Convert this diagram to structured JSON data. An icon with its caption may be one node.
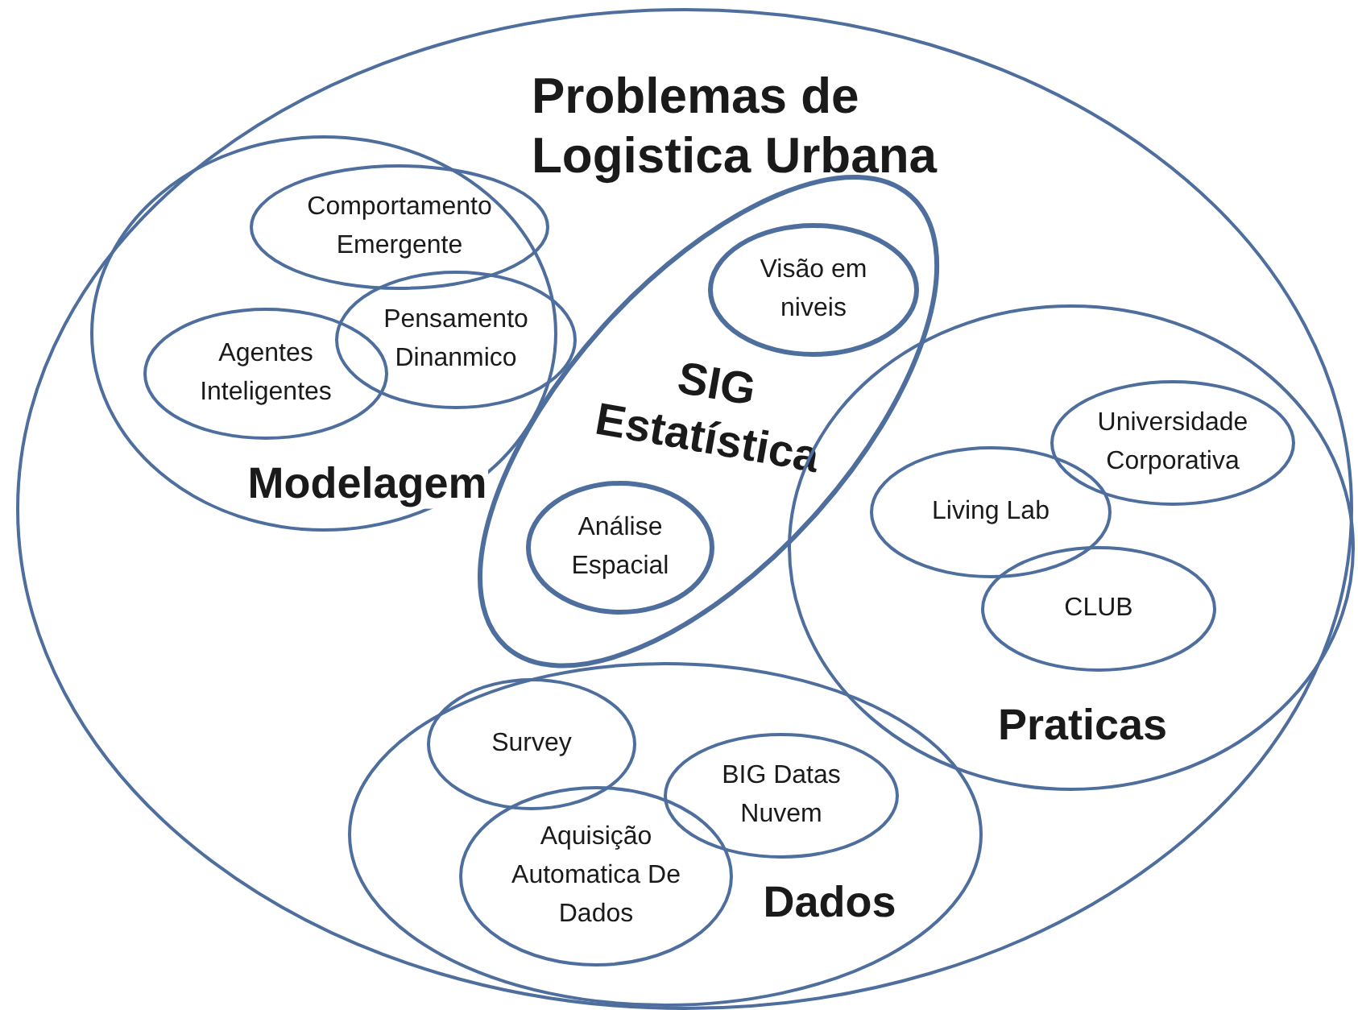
{
  "diagram": {
    "nodes": [
      {
        "text": [
          "Problemas de Logistica Urbana"
        ]
      },
      {
        "text": [
          "Modelagem"
        ],
        "in": 0
      },
      {
        "text": [
          "Comportamento Emergente"
        ],
        "in": 1
      },
      {
        "text": [
          "Pensamento Dinanmico"
        ],
        "in": 0
      },
      {
        "text": [
          "Agentes Inteligentes"
        ],
        "in": 1
      },
      {
        "text": [
          "SIG Estatística"
        ],
        "in": 0
      },
      {
        "text": [
          "Visão em niveis"
        ],
        "in": 5
      },
      {
        "text": [
          "Análise Espacial"
        ],
        "in": 5
      },
      {
        "text": [
          "Praticas"
        ],
        "in": 0
      },
      {
        "text": [
          "Universidade Corporativa"
        ],
        "in": 8
      },
      {
        "text": [
          "Living Lab"
        ],
        "in": 8
      },
      {
        "text": [
          "CLUB"
        ],
        "in": 8
      },
      {
        "text": [
          "Dados"
        ],
        "in": 0
      },
      {
        "text": [
          "Survey"
        ],
        "in": 12
      },
      {
        "text": [
          "BIG Datas Nuvem"
        ],
        "in": 12
      },
      {
        "text": [
          "Aquisição Automatica De Dados"
        ],
        "in": 12
      }
    ]
  }
}
